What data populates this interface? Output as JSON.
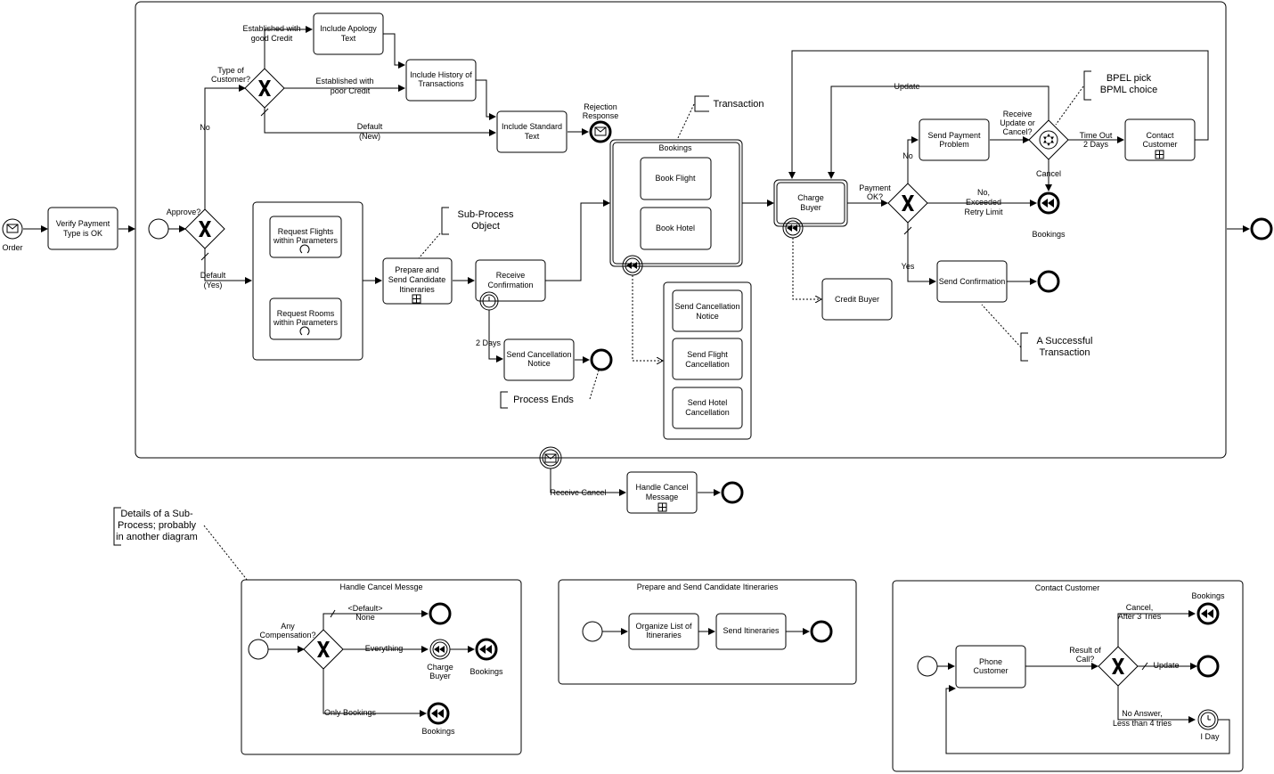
{
  "main": {
    "order": "Order",
    "verify": [
      "Verify Payment",
      "Type is OK"
    ],
    "approve_q": "Approve?",
    "no": "No",
    "default_yes": [
      "Default",
      "(Yes)"
    ],
    "type_q": [
      "Type of",
      "Customer?"
    ],
    "good_credit": [
      "Established with",
      "good Credit"
    ],
    "poor_credit": [
      "Established with",
      "poor Credit"
    ],
    "default_new": [
      "Default",
      "(New)"
    ],
    "apology": [
      "Include Apology",
      "Text"
    ],
    "history": [
      "Include History of",
      "Transactions"
    ],
    "standard": [
      "Include Standard",
      "Text"
    ],
    "rejection": [
      "Rejection",
      "Response"
    ],
    "req_flights": [
      "Request Flights",
      "within Parameters"
    ],
    "req_rooms": [
      "Request Rooms",
      "within Parameters"
    ],
    "prepare": [
      "Prepare and",
      "Send Candidate",
      "Itineraries"
    ],
    "receive_conf": [
      "Receive",
      "Confirmation"
    ],
    "two_days": "2 Days",
    "send_cancel_notice": [
      "Send Cancellation",
      "Notice"
    ],
    "process_ends": "Process Ends",
    "sub_process_obj": [
      "Sub-Process",
      "Object"
    ],
    "transaction": "Transaction",
    "bookings_title": "Bookings",
    "book_flight": "Book Flight",
    "book_hotel": "Book Hotel",
    "comp_notice": [
      "Send Cancellation",
      "Notice"
    ],
    "comp_flight": [
      "Send Flight",
      "Cancellation"
    ],
    "comp_hotel": [
      "Send Hotel",
      "Cancellation"
    ],
    "charge_buyer": [
      "Charge",
      "Buyer"
    ],
    "credit_buyer": "Credit Buyer",
    "payment_ok": [
      "Payment",
      "OK?"
    ],
    "pay_no": "No",
    "pay_yes": "Yes",
    "exceeded": [
      "No,",
      "Exceeded",
      "Retry Limit"
    ],
    "bookings_cancel_label": "Bookings",
    "send_payment_problem": [
      "Send Payment",
      "Problem"
    ],
    "receive_update": [
      "Receive",
      "Update or",
      "Cancel?"
    ],
    "update": "Update",
    "cancel": "Cancel",
    "timeout": [
      "Time Out",
      "2 Days"
    ],
    "contact_customer": [
      "Contact",
      "Customer"
    ],
    "bpel": [
      "BPEL pick",
      "BPML choice"
    ],
    "send_confirmation": "Send Confirmation",
    "successful": [
      "A Successful",
      "Transaction"
    ],
    "receive_cancel": "Receive Cancel",
    "handle_cancel": [
      "Handle Cancel",
      "Message"
    ],
    "details_note": [
      "Details of a Sub-",
      "Process; probably",
      "in another diagram"
    ]
  },
  "handle_cancel_panel": {
    "title": "Handle Cancel Messge",
    "any_comp": [
      "Any",
      "Compensation?"
    ],
    "default_none": [
      "<Default>",
      "None"
    ],
    "everything": "Everything",
    "charge_buyer": [
      "Charge",
      "Buyer"
    ],
    "bookings1": "Bookings",
    "only_bookings": "Only Bookings",
    "bookings2": "Bookings"
  },
  "prepare_panel": {
    "title": "Prepare and Send Candidate Itineraries",
    "organize": [
      "Organize List of",
      "Itineraries"
    ],
    "send_itin": "Send Itineraries"
  },
  "contact_panel": {
    "title": "Contact Customer",
    "phone": [
      "Phone",
      "Customer"
    ],
    "result": [
      "Result of",
      "Call?"
    ],
    "cancel3": [
      "Cancel,",
      "After 3 Tries"
    ],
    "bookings": "Bookings",
    "update": "Update",
    "no_answer": [
      "No Answer,",
      "Less than 4 tries"
    ],
    "one_day": "I Day"
  }
}
